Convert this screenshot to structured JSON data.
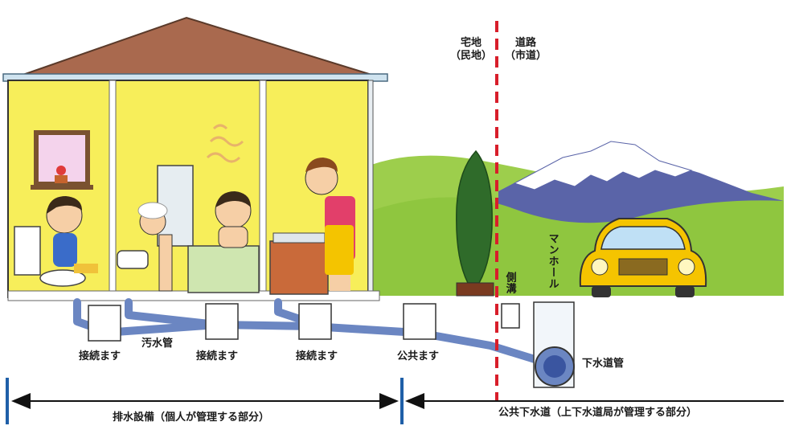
{
  "zones": {
    "private_line1": "宅地",
    "private_line2": "（民地）",
    "public_line1": "道路",
    "public_line2": "（市道）"
  },
  "labels": {
    "connection_box_1": "接続ます",
    "connection_box_2": "接続ます",
    "connection_box_3": "接続ます",
    "sewage_pipe": "汚水管",
    "public_box": "公共ます",
    "sewer_main": "下水道管",
    "manhole": "マンホール",
    "side_ditch": "側溝"
  },
  "footer": {
    "private_section": "排水設備（個人が管理する部分）",
    "public_section": "公共下水道（上下水道局が管理する部分）"
  },
  "colors": {
    "roof": "#a9694e",
    "wall": "#f7ee5a",
    "hill": "#8fc63f",
    "mountain": "#5a64a8",
    "pipe": "#6b86c2",
    "boundary": "#d81e2a",
    "bracket": "#1f5fa8",
    "car": "#f5c400"
  }
}
